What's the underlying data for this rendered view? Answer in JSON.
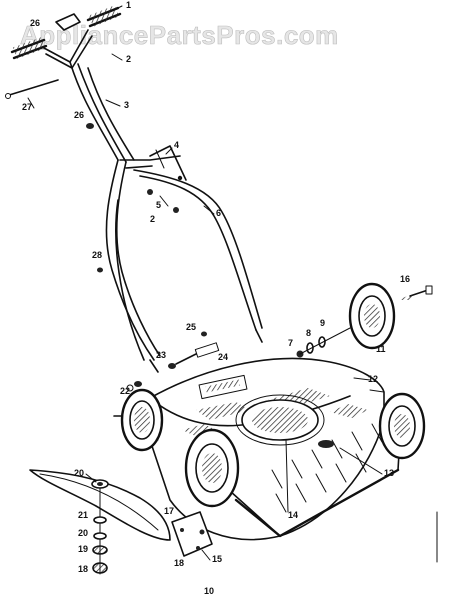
{
  "watermark": {
    "text": "AppliancePartsPros.com"
  },
  "callouts": {
    "c1": "1",
    "c2": "2",
    "c2b": "2",
    "c3": "3",
    "c4": "4",
    "c5": "5",
    "c6": "6",
    "c7": "7",
    "c8": "8",
    "c9": "9",
    "c11": "11",
    "c12": "12",
    "c13": "13",
    "c14": "14",
    "c15": "15",
    "c16": "16",
    "c17": "17",
    "c18": "18",
    "c19": "19",
    "c20": "20",
    "c20b": "20",
    "c21": "21",
    "c22": "22",
    "c23": "23",
    "c24": "24",
    "c25": "25",
    "c26": "26",
    "c26b": "26",
    "c27": "27",
    "c28": "28",
    "c10": "10"
  }
}
